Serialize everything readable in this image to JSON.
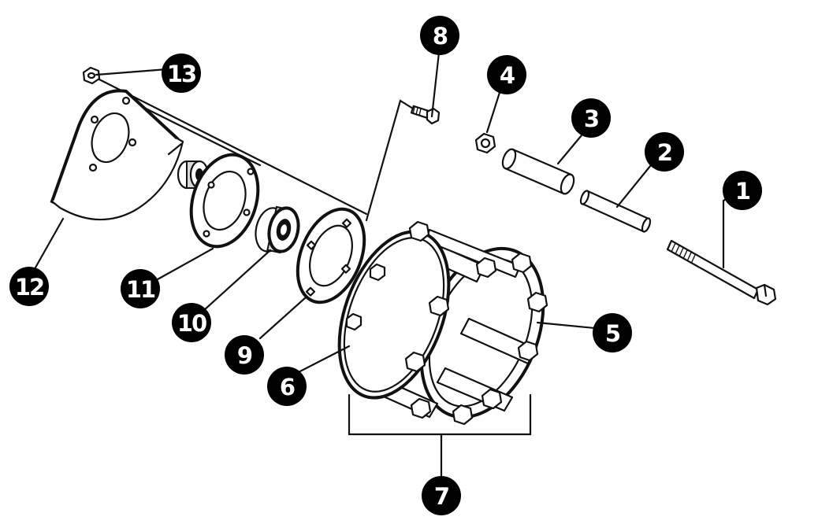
{
  "diagram": {
    "callouts": [
      {
        "id": 1,
        "label": "1"
      },
      {
        "id": 2,
        "label": "2"
      },
      {
        "id": 3,
        "label": "3"
      },
      {
        "id": 4,
        "label": "4"
      },
      {
        "id": 5,
        "label": "5"
      },
      {
        "id": 6,
        "label": "6"
      },
      {
        "id": 7,
        "label": "7"
      },
      {
        "id": 8,
        "label": "8"
      },
      {
        "id": 9,
        "label": "9"
      },
      {
        "id": 10,
        "label": "10"
      },
      {
        "id": 11,
        "label": "11"
      },
      {
        "id": 12,
        "label": "12"
      },
      {
        "id": 13,
        "label": "13"
      }
    ],
    "colors": {
      "ink": "#111111",
      "callout_fill": "#000000",
      "callout_text": "#ffffff",
      "background": "#ffffff"
    }
  }
}
